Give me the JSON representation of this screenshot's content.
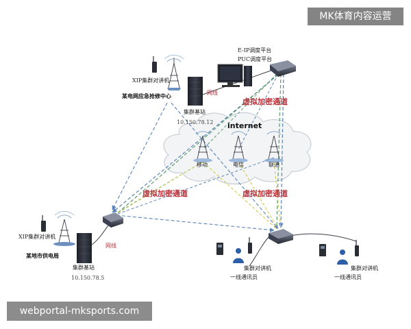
{
  "watermark": {
    "top": "MK体育内容运营",
    "bottom": "webportal-mksports.com"
  },
  "labels": {
    "platform_line1": "E-IP调度平台",
    "platform_line2": "PUC调度平台",
    "xip_radio_top": "XIP集群对讲机",
    "emergency_center": "某电网应急抢修中心",
    "network_line_top": "网线",
    "base_station_top": "集群基站",
    "ip_top": "10.150.78.12",
    "vpn_channel_top": "虚拟加密通道",
    "internet": "internet",
    "tower_mobile": "移动",
    "tower_telecom": "电信",
    "tower_unicom": "联通",
    "vpn_channel_left": "虚拟加密通道",
    "vpn_channel_right": "虚拟加密通道",
    "xip_radio_left": "XIP集群对讲机",
    "power_bureau": "某地市供电局",
    "network_line_bottom": "网线",
    "base_station_bottom": "集群基站",
    "ip_bottom": "10.150.78.5",
    "cluster_radio_mid": "集群对讲机",
    "operator_mid": "一线通讯员",
    "cluster_radio_right": "集群对讲机",
    "operator_right": "一线通讯员"
  },
  "colors": {
    "red_label": "#b8323a",
    "link_blue": "#5a83b8",
    "link_green": "#5c9a6a",
    "link_yellow": "#d7cc55",
    "device_dark": "#2c2f38",
    "cloud_fill": "#f2f4f6"
  }
}
